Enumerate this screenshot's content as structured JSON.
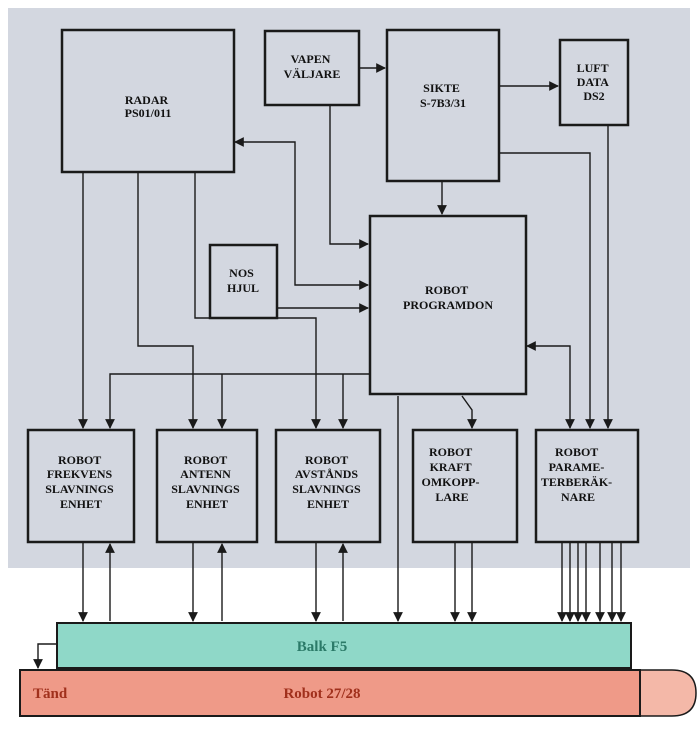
{
  "colors": {
    "panel": "#d3d7e0",
    "box_fill": "#d3d7e0",
    "stroke": "#1a1a1a",
    "balk_fill": "#8fd8c8",
    "balk_text": "#2b7a68",
    "robot_fill": "#ef9a88",
    "robot_text": "#a0301c"
  },
  "boxes": {
    "radar": [
      "RADAR",
      "PS01/011"
    ],
    "vapen": [
      "VAPEN",
      "VÄLJARE"
    ],
    "sikte": [
      "SIKTE",
      "S-7B3/31"
    ],
    "luft": [
      "LUFT",
      "DATA",
      "DS2"
    ],
    "nos": [
      "NOS",
      "HJUL"
    ],
    "programdon": [
      "ROBOT",
      "PROGRAMDON"
    ],
    "frekvens": [
      "ROBOT",
      "FREKVENS",
      "SLAVNINGS",
      "ENHET"
    ],
    "antenn": [
      "ROBOT",
      "ANTENN",
      "SLAVNINGS",
      "ENHET"
    ],
    "avstands": [
      "ROBOT",
      "AVSTÅNDS",
      "SLAVNINGS",
      "ENHET"
    ],
    "kraft": [
      "ROBOT",
      "KRAFT",
      "OMKOPP-",
      "LARE"
    ],
    "parameter": [
      "ROBOT",
      "PARAME-",
      "TERBERÄK-",
      "NARE"
    ]
  },
  "balk": {
    "label": "Balk F5"
  },
  "robot": {
    "label": "Robot 27/28",
    "tand": "Tänd"
  }
}
